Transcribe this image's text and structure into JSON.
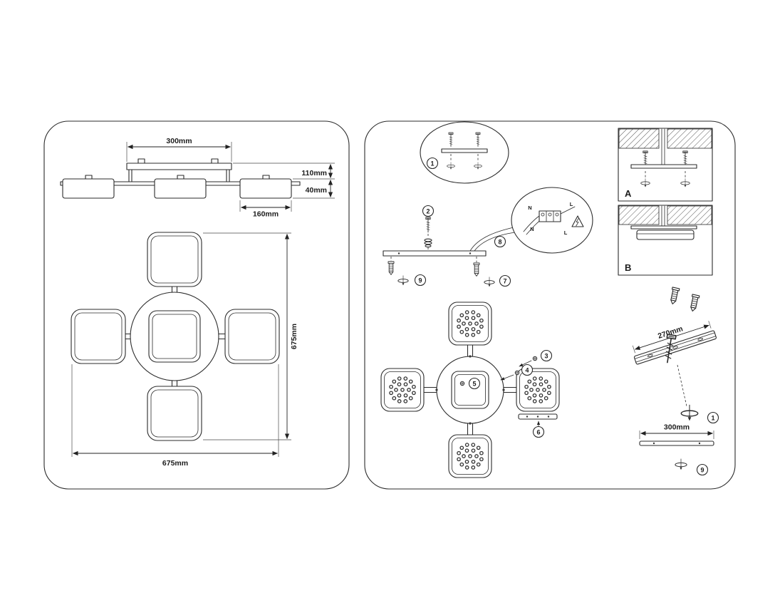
{
  "left_panel": {
    "side_view": {
      "dim_width": "300mm",
      "dim_height": "110mm",
      "dim_shade_height": "40mm",
      "dim_shade_width": "160mm"
    },
    "top_view": {
      "dim_height": "675mm",
      "dim_width": "675mm"
    }
  },
  "right_panel": {
    "steps": {
      "s1": "1",
      "s2": "2",
      "s3": "3",
      "s4": "4",
      "s5": "5",
      "s6": "6",
      "s7": "7",
      "s8": "8",
      "s9": "9"
    },
    "details": {
      "a": "A",
      "b": "B"
    },
    "wiring": {
      "n": "N",
      "l": "L"
    },
    "rail_dim": "270mm",
    "plate_dim": "300mm"
  }
}
